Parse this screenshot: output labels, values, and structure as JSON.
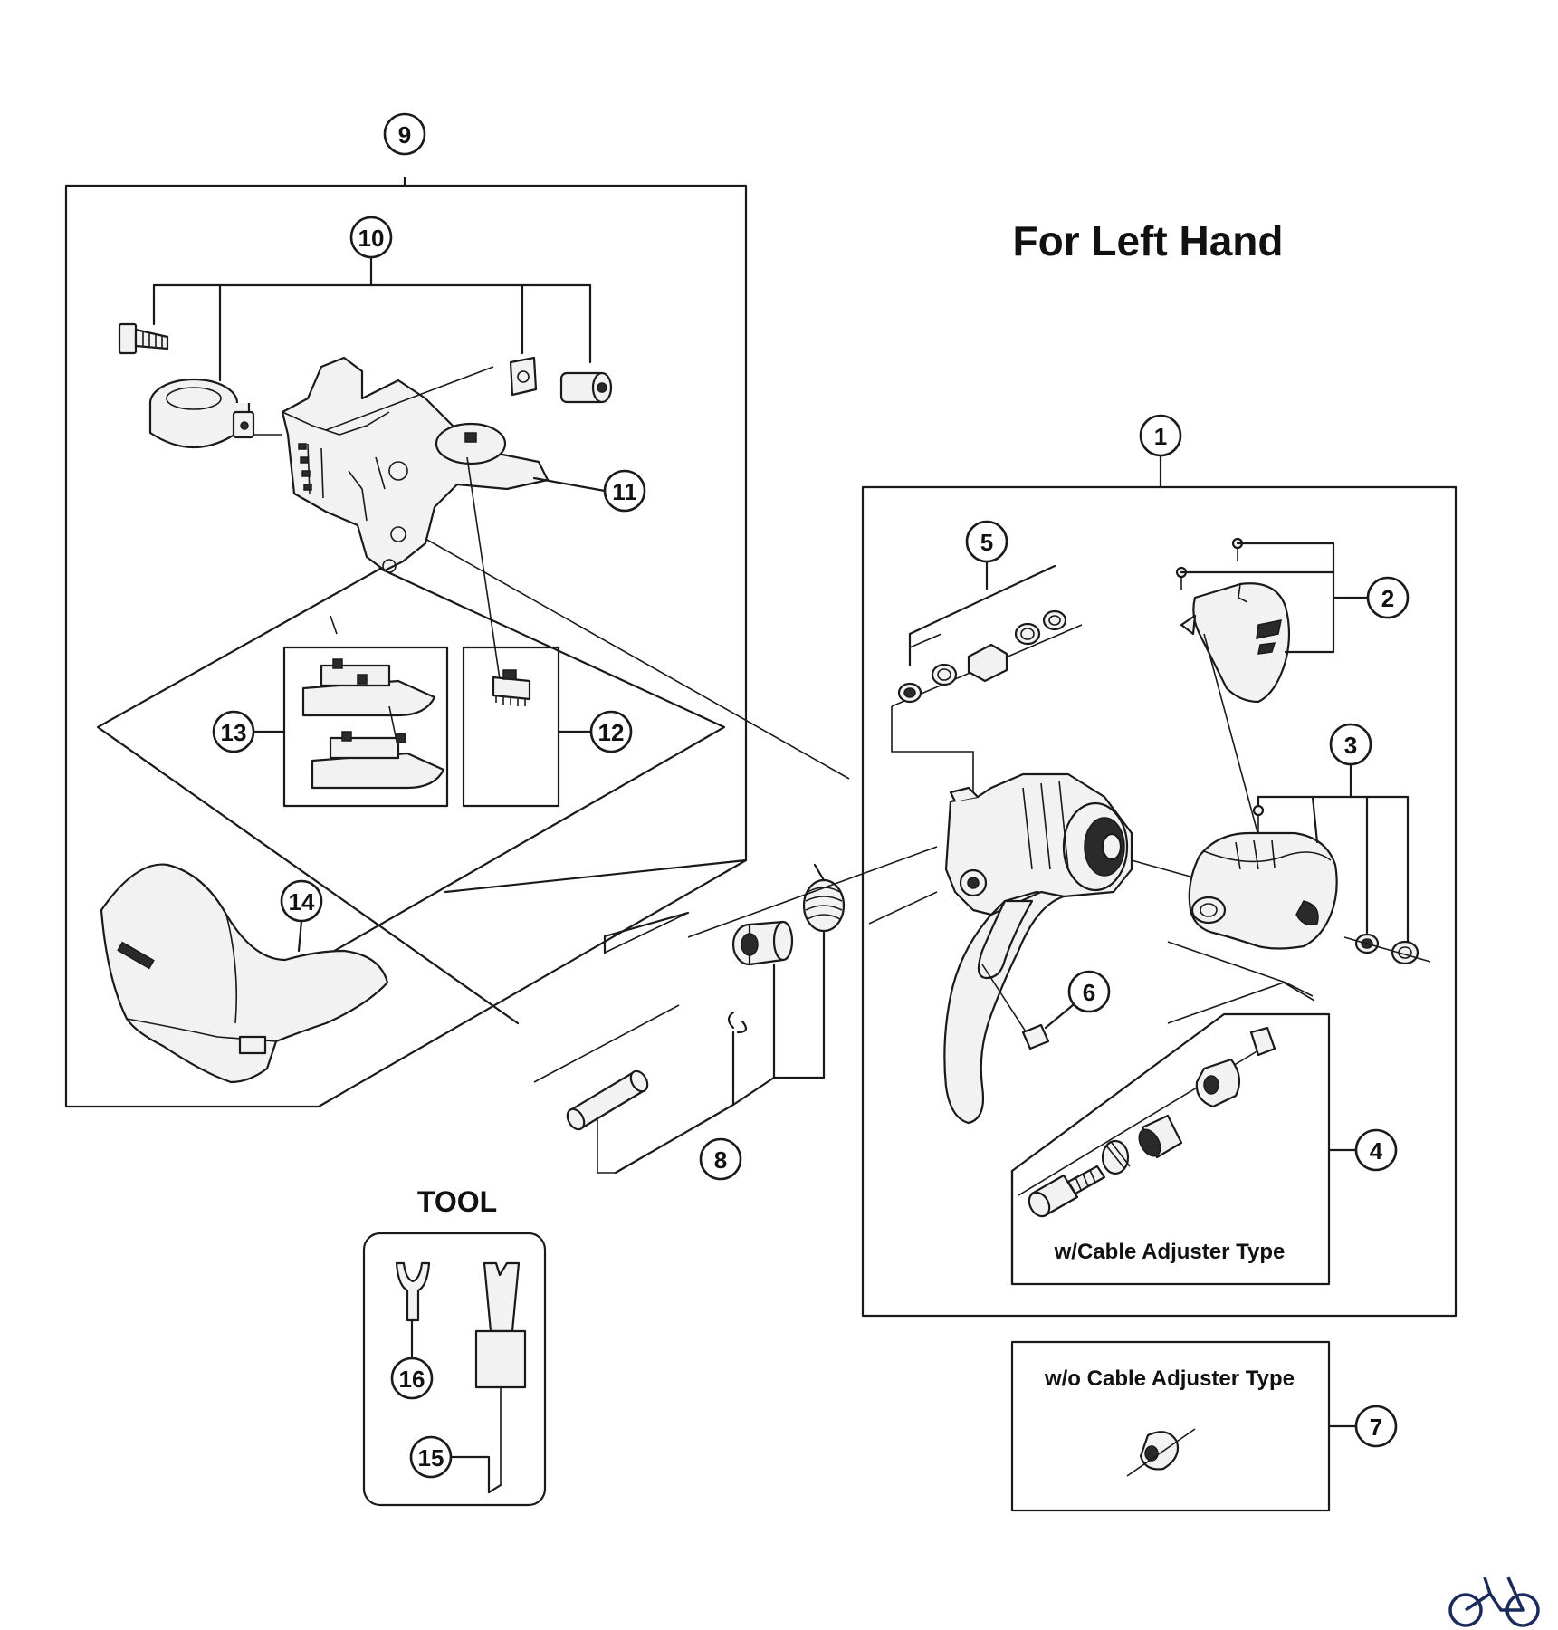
{
  "title": "For Left Hand",
  "tool_heading": "TOOL",
  "cable_adjuster_label": "w/Cable Adjuster Type",
  "no_cable_adjuster_label": "w/o Cable Adjuster Type",
  "callouts": [
    "1",
    "2",
    "3",
    "4",
    "5",
    "6",
    "7",
    "8",
    "9",
    "10",
    "11",
    "12",
    "13",
    "14",
    "15",
    "16"
  ],
  "logo": "bicycle-icon"
}
